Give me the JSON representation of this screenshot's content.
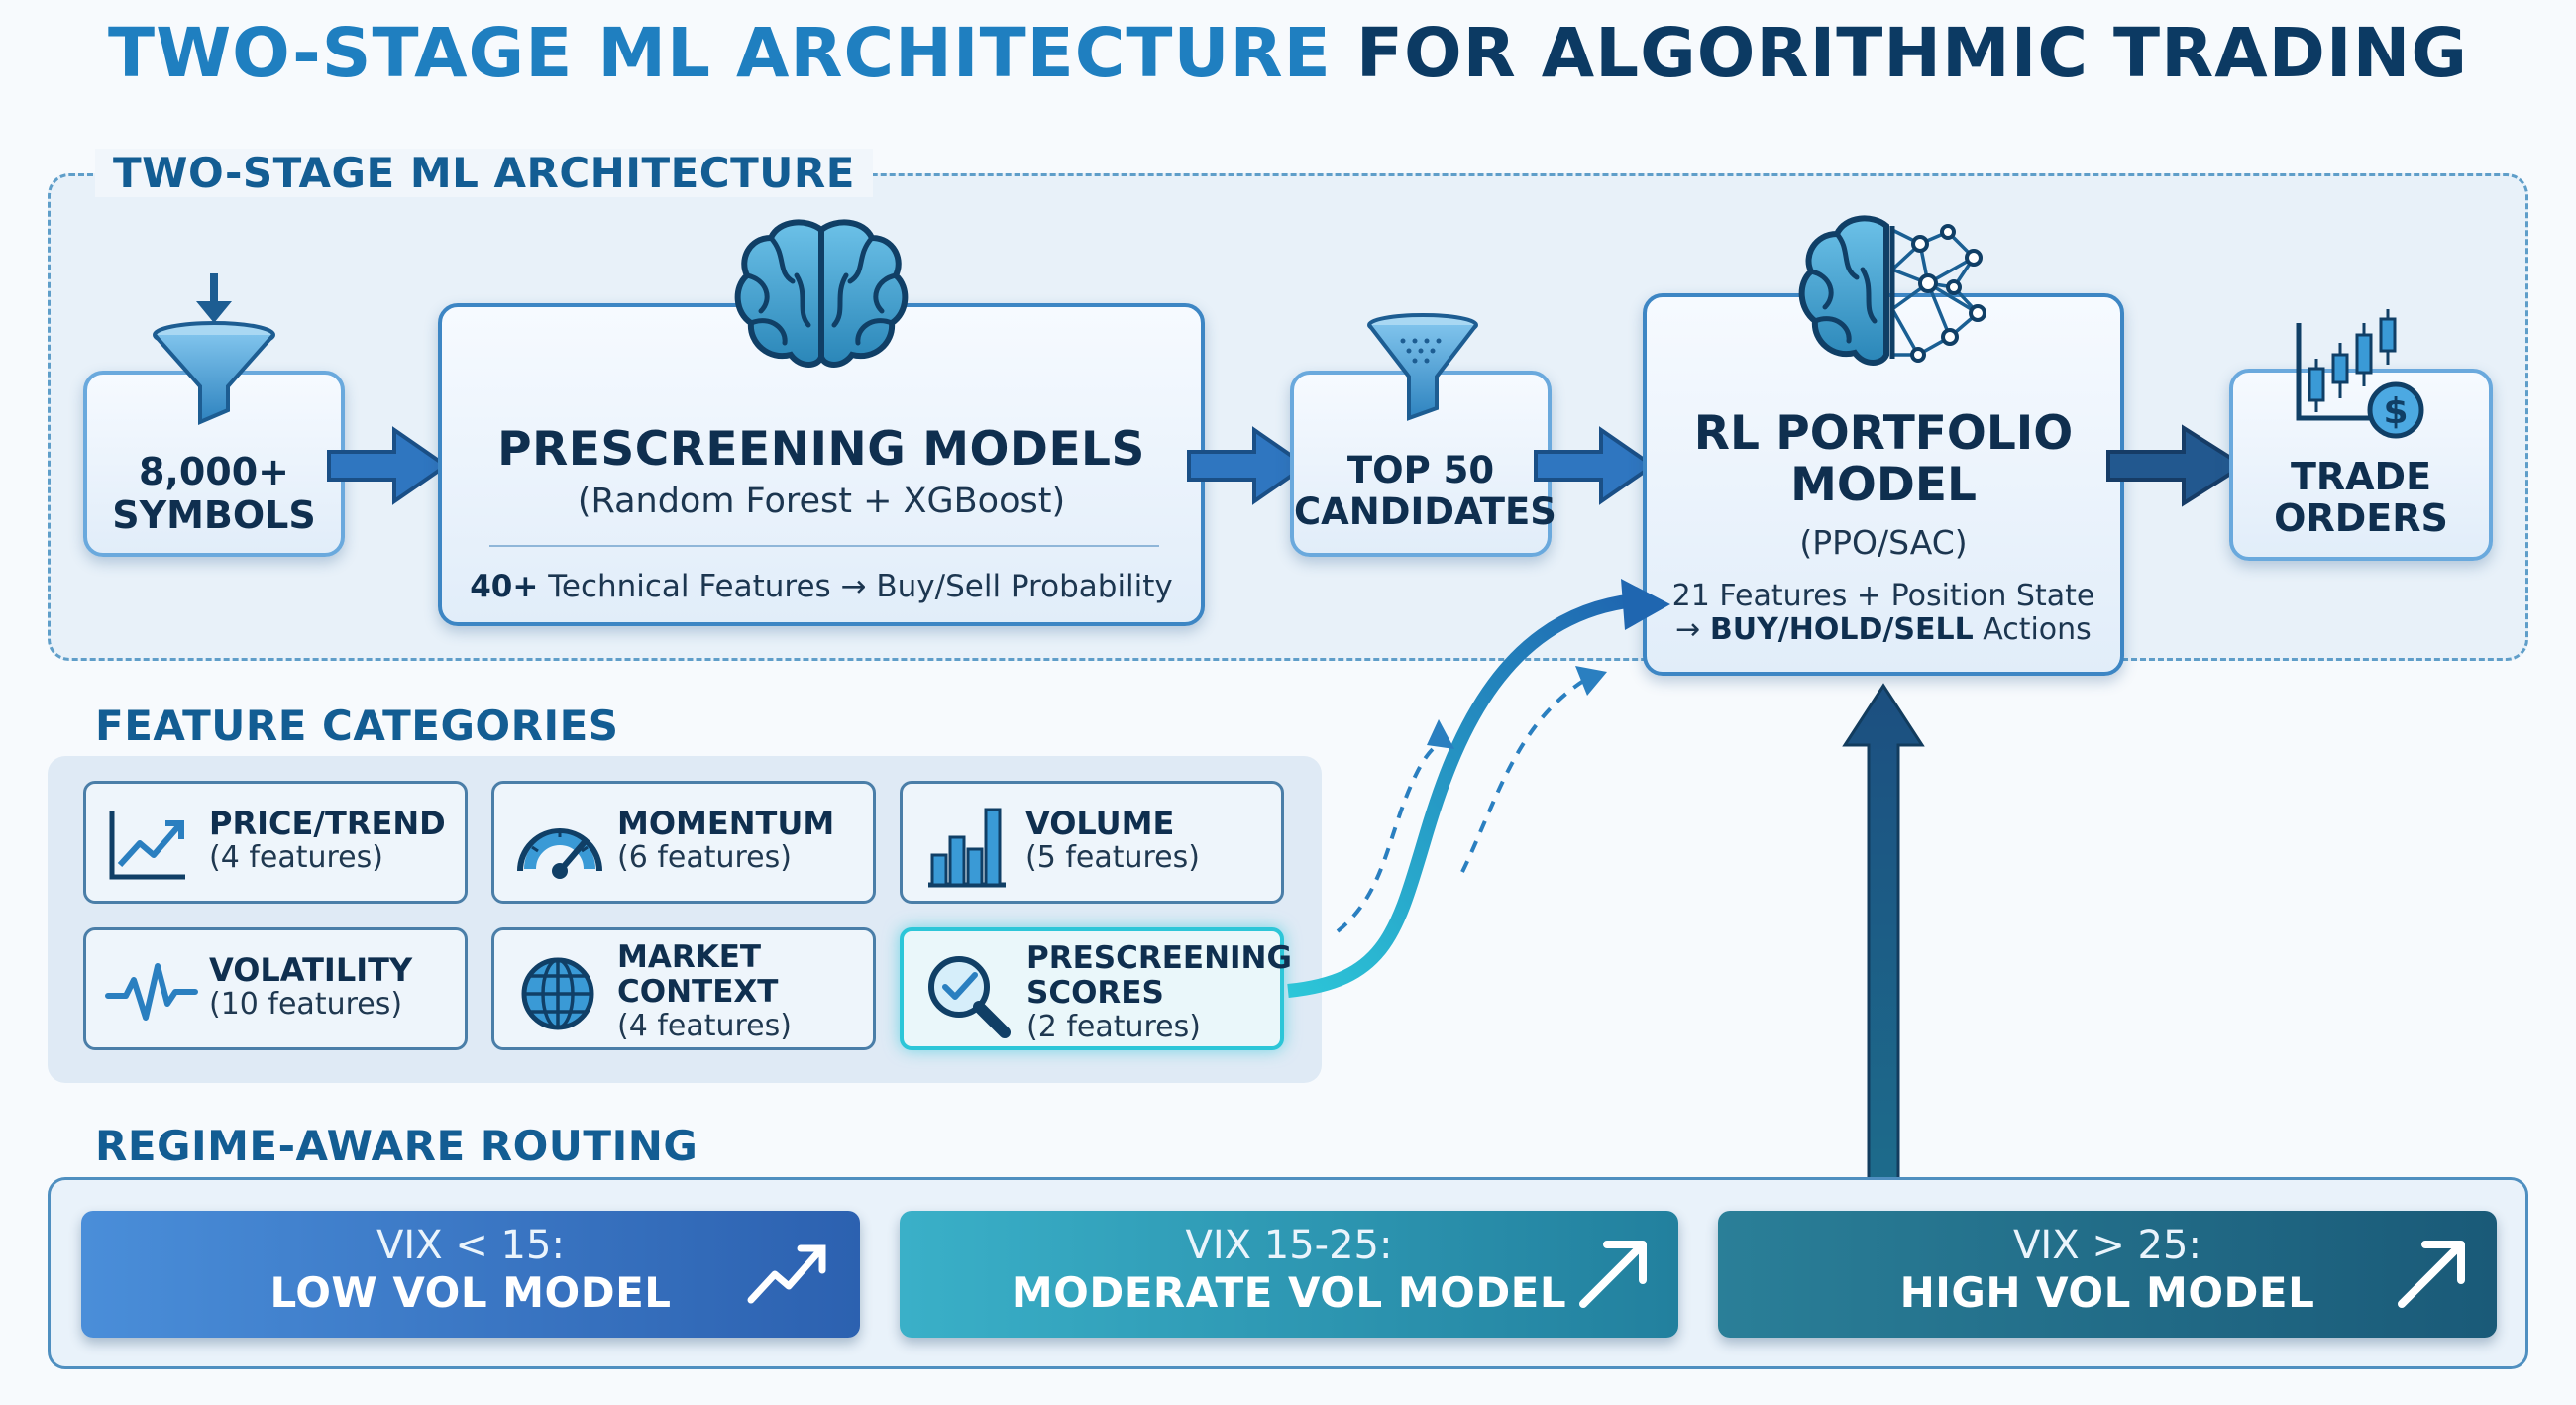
{
  "title": {
    "part1": "TWO-STAGE ML ARCHITECTURE",
    "part2": "FOR ALGORITHMIC TRADING"
  },
  "architecture": {
    "label": "TWO-STAGE ML ARCHITECTURE",
    "symbols": {
      "line1": "8,000+",
      "line2": "SYMBOLS",
      "icon": "funnel-icon"
    },
    "prescreening": {
      "title": "PRESCREENING MODELS",
      "subtitle": "(Random Forest + XGBoost)",
      "features_bold": "40+",
      "features_rest": " Technical Features → Buy/Sell Probability",
      "icon": "brain-icon"
    },
    "candidates": {
      "line1": "TOP 50",
      "line2": "CANDIDATES",
      "icon": "filter-funnel-icon"
    },
    "rl": {
      "line1": "RL PORTFOLIO",
      "line2": "MODEL",
      "subtitle": "(PPO/SAC)",
      "detail1": "21 Features + Position State",
      "detail2_arrow": "→ ",
      "detail2_bold": "BUY/HOLD/SELL",
      "detail2_rest": " Actions",
      "icon": "neural-brain-icon"
    },
    "orders": {
      "line1": "TRADE",
      "line2": "ORDERS",
      "icon": "candlestick-dollar-icon"
    }
  },
  "features": {
    "label": "FEATURE CATEGORIES",
    "items": [
      {
        "title": "PRICE/TREND",
        "sub": "(4 features)",
        "icon": "trend-chart-icon"
      },
      {
        "title": "MOMENTUM",
        "sub": "(6 features)",
        "icon": "gauge-icon"
      },
      {
        "title": "VOLUME",
        "sub": "(5 features)",
        "icon": "bar-chart-icon"
      },
      {
        "title": "VOLATILITY",
        "sub": "(10 features)",
        "icon": "pulse-icon"
      },
      {
        "title": "MARKET CONTEXT",
        "title_l1": "MARKET",
        "title_l2": "CONTEXT",
        "sub": "(4 features)",
        "icon": "globe-icon"
      },
      {
        "title": "PRESCREENING SCORES",
        "title_l1": "PRESCREENING",
        "title_l2": "SCORES",
        "sub": "(2 features)",
        "icon": "magnifier-check-icon",
        "highlight": true
      }
    ]
  },
  "routing": {
    "label": "REGIME-AWARE ROUTING",
    "regimes": [
      {
        "condition": "VIX < 15:",
        "model": "LOW VOL MODEL",
        "color": "#3d7fd0",
        "icon": "trend-up-arrow-icon"
      },
      {
        "condition": "VIX 15-25:",
        "model": "MODERATE VOL MODEL",
        "color": "#2b9ab6",
        "icon": "arrow-up-right-icon"
      },
      {
        "condition": "VIX > 25:",
        "model": "HIGH VOL MODEL",
        "color": "#1f6c8a",
        "icon": "arrow-up-right-icon"
      }
    ]
  },
  "colors": {
    "accent": "#1f7fc0",
    "dark": "#0c3a63",
    "arrow": "#2f76c0",
    "highlight": "#2cc6d8"
  }
}
